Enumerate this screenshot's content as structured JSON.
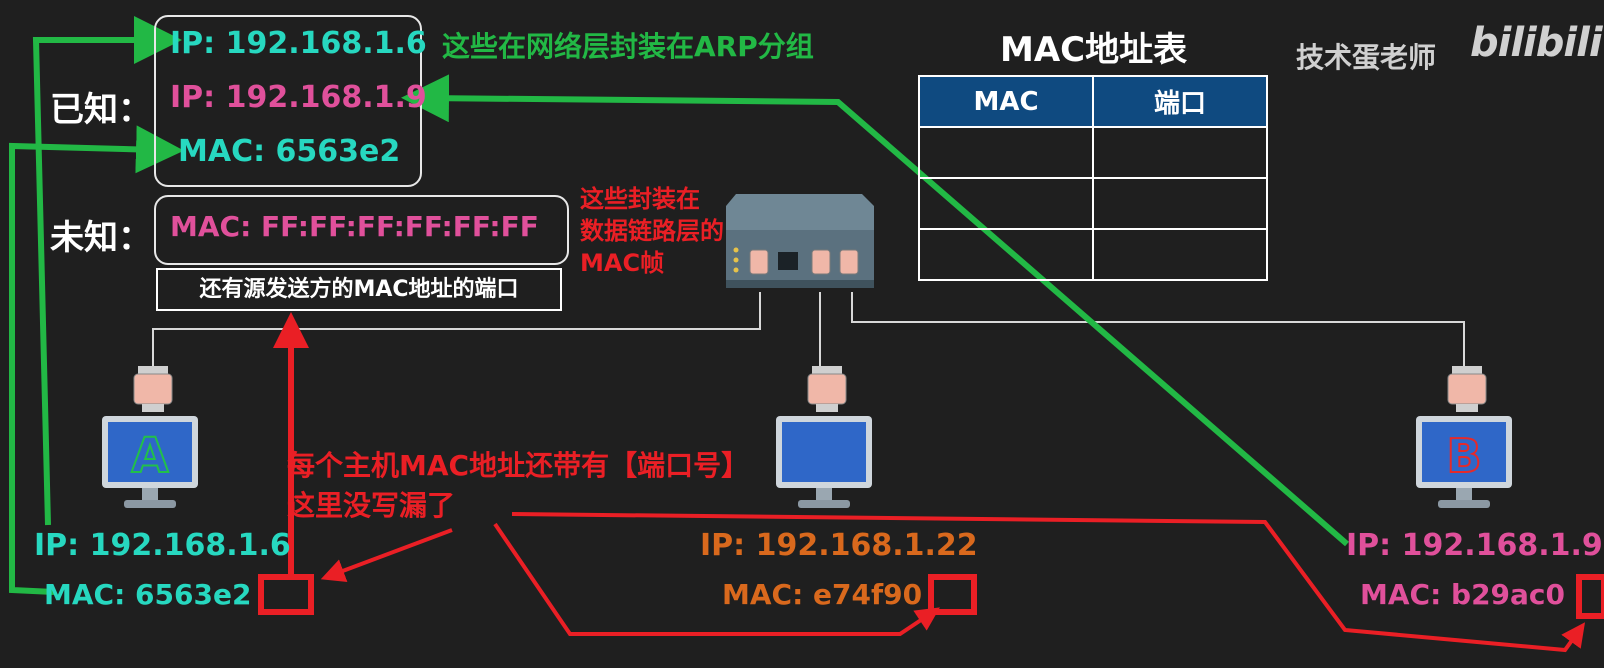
{
  "known": {
    "label": "已知：",
    "ip_a": "IP: 192.168.1.6",
    "ip_b": "IP: 192.168.1.9",
    "mac_a": "MAC: 6563e2"
  },
  "unknown": {
    "label": "未知：",
    "mac": "MAC: FF:FF:FF:FF:FF:FF"
  },
  "source_port_note": "还有源发送方的MAC地址的端口",
  "arp_note": "这些在网络层封装在ARP分组",
  "frame_note": [
    "这些封装在",
    "数据链路层的",
    "MAC帧"
  ],
  "table": {
    "title": "MAC地址表",
    "headers": [
      "MAC",
      "端口"
    ],
    "rows": [
      [
        "",
        ""
      ],
      [
        "",
        ""
      ],
      [
        "",
        ""
      ]
    ]
  },
  "watermark": {
    "author": "技术蛋老师",
    "brand": "bilibili"
  },
  "hosts": {
    "a": {
      "letter": "A",
      "ip": "IP: 192.168.1.6",
      "mac": "MAC: 6563e2"
    },
    "mid": {
      "ip": "IP: 192.168.1.22",
      "mac": "MAC: e74f90"
    },
    "b": {
      "letter": "B",
      "ip": "IP: 192.168.1.9",
      "mac": "MAC: b29ac0"
    }
  },
  "port_note": [
    "每个主机MAC地址还带有【端口号】",
    "这里没写漏了"
  ],
  "colors": {
    "teal": "#27d8c0",
    "pink": "#e0509b",
    "green": "#22b845",
    "red": "#ea1f25",
    "orange": "#d9691d",
    "header_blue": "#0f4a80"
  }
}
